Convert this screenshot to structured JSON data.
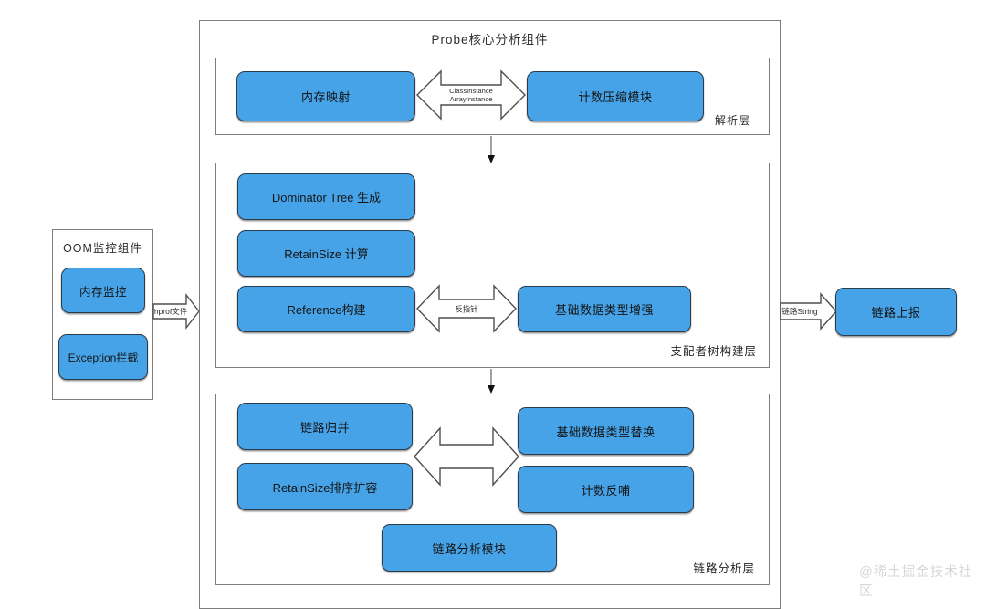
{
  "title": "Probe核心分析组件",
  "oom": {
    "title": "OOM监控组件",
    "nodes": [
      "内存监控",
      "Exception拦截"
    ]
  },
  "arrows": {
    "hprof_label": "hprof文件",
    "parse_link_line1": "ClassInstance",
    "parse_link_line2": "ArrayInstance",
    "back_pointer_label": "反指针",
    "chain_string_label": "链路String"
  },
  "layers": {
    "parse": {
      "label": "解析层",
      "nodes": [
        "内存映射",
        "计数压缩模块"
      ]
    },
    "dominator": {
      "label": "支配者树构建层",
      "nodes": [
        "Dominator Tree 生成",
        "RetainSize 计算",
        "Reference构建",
        "基础数据类型增强"
      ]
    },
    "chain": {
      "label": "链路分析层",
      "nodes": [
        "链路归并",
        "RetainSize排序扩容",
        "基础数据类型替换",
        "计数反哺",
        "链路分析模块"
      ]
    }
  },
  "report_node": "链路上报",
  "watermark": "@稀土掘金技术社区",
  "colors": {
    "node_fill": "#46a3e8",
    "panel_border": "#7d7d7d",
    "watermark_gray": "#d6d6d6"
  }
}
